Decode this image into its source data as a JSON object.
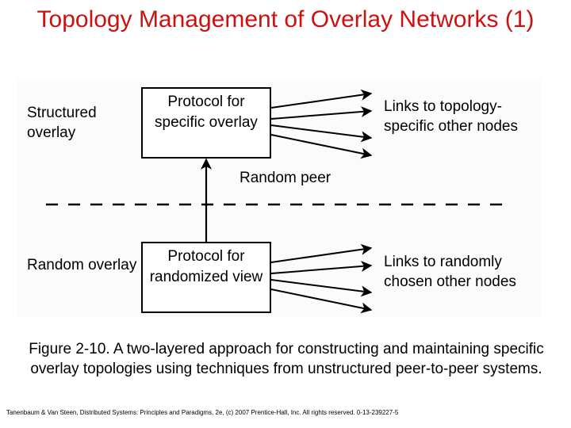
{
  "slide": {
    "title": "Topology Management of Overlay Networks (1)",
    "caption": "Figure 2-10. A two-layered approach for constructing and maintaining specific overlay topologies using techniques from unstructured peer-to-peer systems.",
    "footer": "Tanenbaum & Van Steen, Distributed Systems: Principles and Paradigms, 2e, (c) 2007 Prentice-Hall, Inc. All rights reserved. 0-13-239227-5"
  },
  "colors": {
    "title_red": "#cc1111",
    "stroke_black": "#000000",
    "figure_background": "#fbfbfb",
    "page_background": "#ffffff"
  },
  "diagram": {
    "boxes": [
      {
        "id": "specific-overlay",
        "text": "Protocol for specific overlay"
      },
      {
        "id": "randomized-view",
        "text": "Protocol for randomized view"
      }
    ],
    "labels": {
      "structured_overlay": "Structured overlay",
      "random_overlay": "Random overlay",
      "links_topology": "Links to topology-specific other nodes",
      "links_random": "Links to randomly chosen other nodes",
      "random_peer": "Random peer"
    },
    "divider": {
      "style": "dashed",
      "orientation": "horizontal"
    },
    "upward_arrow": {
      "label": "Random peer",
      "from": "randomized-view",
      "to": "specific-overlay"
    },
    "outgoing_arrow_count_per_box": 4
  }
}
